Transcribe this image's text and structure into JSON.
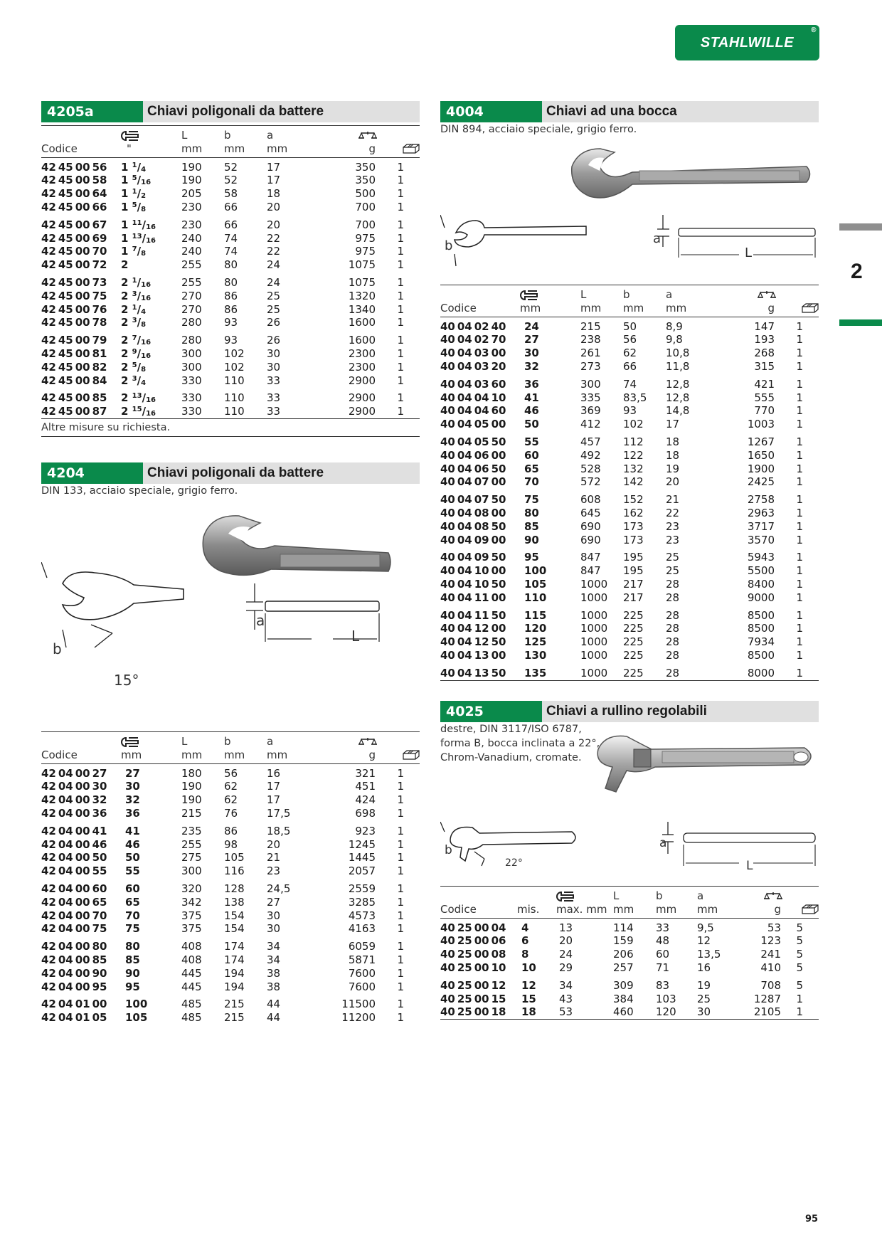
{
  "brand": "STAHLWILLE",
  "side_tab": "2",
  "page_number": "95",
  "sections": {
    "s4205a": {
      "code": "4205a",
      "title": "Chiavi poligonali da battere",
      "headers": {
        "codice": "Codice",
        "size_unit": "\"",
        "L": "L",
        "b": "b",
        "a": "a",
        "unit_mm": "mm",
        "unit_g": "g"
      },
      "note": "Altre misure su richiesta.",
      "groups": [
        [
          [
            "42450056",
            "1",
            "1/4",
            "190",
            "52",
            "17",
            "350",
            "1"
          ],
          [
            "42450058",
            "1",
            "5/16",
            "190",
            "52",
            "17",
            "350",
            "1"
          ],
          [
            "42450064",
            "1",
            "1/2",
            "205",
            "58",
            "18",
            "500",
            "1"
          ],
          [
            "42450066",
            "1",
            "5/8",
            "230",
            "66",
            "20",
            "700",
            "1"
          ]
        ],
        [
          [
            "42450067",
            "1",
            "11/16",
            "230",
            "66",
            "20",
            "700",
            "1"
          ],
          [
            "42450069",
            "1",
            "13/16",
            "240",
            "74",
            "22",
            "975",
            "1"
          ],
          [
            "42450070",
            "1",
            "7/8",
            "240",
            "74",
            "22",
            "975",
            "1"
          ],
          [
            "42450072",
            "2",
            "",
            "255",
            "80",
            "24",
            "1075",
            "1"
          ]
        ],
        [
          [
            "42450073",
            "2",
            "1/16",
            "255",
            "80",
            "24",
            "1075",
            "1"
          ],
          [
            "42450075",
            "2",
            "3/16",
            "270",
            "86",
            "25",
            "1320",
            "1"
          ],
          [
            "42450076",
            "2",
            "1/4",
            "270",
            "86",
            "25",
            "1340",
            "1"
          ],
          [
            "42450078",
            "2",
            "3/8",
            "280",
            "93",
            "26",
            "1600",
            "1"
          ]
        ],
        [
          [
            "42450079",
            "2",
            "7/16",
            "280",
            "93",
            "26",
            "1600",
            "1"
          ],
          [
            "42450081",
            "2",
            "9/16",
            "300",
            "102",
            "30",
            "2300",
            "1"
          ],
          [
            "42450082",
            "2",
            "5/8",
            "300",
            "102",
            "30",
            "2300",
            "1"
          ],
          [
            "42450084",
            "2",
            "3/4",
            "330",
            "110",
            "33",
            "2900",
            "1"
          ]
        ],
        [
          [
            "42450085",
            "2",
            "13/16",
            "330",
            "110",
            "33",
            "2900",
            "1"
          ],
          [
            "42450087",
            "2",
            "15/16",
            "330",
            "110",
            "33",
            "2900",
            "1"
          ]
        ]
      ]
    },
    "s4204": {
      "code": "4204",
      "title": "Chiavi poligonali da battere",
      "desc": "DIN 133, acciaio speciale, grigio ferro.",
      "diagram": {
        "b": "b",
        "a": "a",
        "L": "L",
        "angle": "15°"
      },
      "headers": {
        "codice": "Codice",
        "L": "L",
        "b": "b",
        "a": "a",
        "unit_mm": "mm",
        "unit_g": "g"
      },
      "groups": [
        [
          [
            "42040027",
            "27",
            "180",
            "56",
            "16",
            "321",
            "1"
          ],
          [
            "42040030",
            "30",
            "190",
            "62",
            "17",
            "451",
            "1"
          ],
          [
            "42040032",
            "32",
            "190",
            "62",
            "17",
            "424",
            "1"
          ],
          [
            "42040036",
            "36",
            "215",
            "76",
            "17,5",
            "698",
            "1"
          ]
        ],
        [
          [
            "42040041",
            "41",
            "235",
            "86",
            "18,5",
            "923",
            "1"
          ],
          [
            "42040046",
            "46",
            "255",
            "98",
            "20",
            "1245",
            "1"
          ],
          [
            "42040050",
            "50",
            "275",
            "105",
            "21",
            "1445",
            "1"
          ],
          [
            "42040055",
            "55",
            "300",
            "116",
            "23",
            "2057",
            "1"
          ]
        ],
        [
          [
            "42040060",
            "60",
            "320",
            "128",
            "24,5",
            "2559",
            "1"
          ],
          [
            "42040065",
            "65",
            "342",
            "138",
            "27",
            "3285",
            "1"
          ],
          [
            "42040070",
            "70",
            "375",
            "154",
            "30",
            "4573",
            "1"
          ],
          [
            "42040075",
            "75",
            "375",
            "154",
            "30",
            "4163",
            "1"
          ]
        ],
        [
          [
            "42040080",
            "80",
            "408",
            "174",
            "34",
            "6059",
            "1"
          ],
          [
            "42040085",
            "85",
            "408",
            "174",
            "34",
            "5871",
            "1"
          ],
          [
            "42040090",
            "90",
            "445",
            "194",
            "38",
            "7600",
            "1"
          ],
          [
            "42040095",
            "95",
            "445",
            "194",
            "38",
            "7600",
            "1"
          ]
        ],
        [
          [
            "42040100",
            "100",
            "485",
            "215",
            "44",
            "11500",
            "1"
          ],
          [
            "42040105",
            "105",
            "485",
            "215",
            "44",
            "11200",
            "1"
          ]
        ]
      ]
    },
    "s4004": {
      "code": "4004",
      "title": "Chiavi ad una bocca",
      "desc": "DIN 894, acciaio speciale, grigio ferro.",
      "diagram": {
        "b": "b",
        "a": "a",
        "L": "L"
      },
      "headers": {
        "codice": "Codice",
        "L": "L",
        "b": "b",
        "a": "a",
        "unit_mm": "mm",
        "unit_g": "g"
      },
      "groups": [
        [
          [
            "40040240",
            "24",
            "215",
            "50",
            "8,9",
            "147",
            "1"
          ],
          [
            "40040270",
            "27",
            "238",
            "56",
            "9,8",
            "193",
            "1"
          ],
          [
            "40040300",
            "30",
            "261",
            "62",
            "10,8",
            "268",
            "1"
          ],
          [
            "40040320",
            "32",
            "273",
            "66",
            "11,8",
            "315",
            "1"
          ]
        ],
        [
          [
            "40040360",
            "36",
            "300",
            "74",
            "12,8",
            "421",
            "1"
          ],
          [
            "40040410",
            "41",
            "335",
            "83,5",
            "12,8",
            "555",
            "1"
          ],
          [
            "40040460",
            "46",
            "369",
            "93",
            "14,8",
            "770",
            "1"
          ],
          [
            "40040500",
            "50",
            "412",
            "102",
            "17",
            "1003",
            "1"
          ]
        ],
        [
          [
            "40040550",
            "55",
            "457",
            "112",
            "18",
            "1267",
            "1"
          ],
          [
            "40040600",
            "60",
            "492",
            "122",
            "18",
            "1650",
            "1"
          ],
          [
            "40040650",
            "65",
            "528",
            "132",
            "19",
            "1900",
            "1"
          ],
          [
            "40040700",
            "70",
            "572",
            "142",
            "20",
            "2425",
            "1"
          ]
        ],
        [
          [
            "40040750",
            "75",
            "608",
            "152",
            "21",
            "2758",
            "1"
          ],
          [
            "40040800",
            "80",
            "645",
            "162",
            "22",
            "2963",
            "1"
          ],
          [
            "40040850",
            "85",
            "690",
            "173",
            "23",
            "3717",
            "1"
          ],
          [
            "40040900",
            "90",
            "690",
            "173",
            "23",
            "3570",
            "1"
          ]
        ],
        [
          [
            "40040950",
            "95",
            "847",
            "195",
            "25",
            "5943",
            "1"
          ],
          [
            "40041000",
            "100",
            "847",
            "195",
            "25",
            "5500",
            "1"
          ],
          [
            "40041050",
            "105",
            "1000",
            "217",
            "28",
            "8400",
            "1"
          ],
          [
            "40041100",
            "110",
            "1000",
            "217",
            "28",
            "9000",
            "1"
          ]
        ],
        [
          [
            "40041150",
            "115",
            "1000",
            "225",
            "28",
            "8500",
            "1"
          ],
          [
            "40041200",
            "120",
            "1000",
            "225",
            "28",
            "8500",
            "1"
          ],
          [
            "40041250",
            "125",
            "1000",
            "225",
            "28",
            "7934",
            "1"
          ],
          [
            "40041300",
            "130",
            "1000",
            "225",
            "28",
            "8500",
            "1"
          ]
        ],
        [
          [
            "40041350",
            "135",
            "1000",
            "225",
            "28",
            "8000",
            "1"
          ]
        ]
      ]
    },
    "s4025": {
      "code": "4025",
      "title": "Chiavi a rullino regolabili",
      "desc_lines": [
        "destre, DIN 3117/ISO 6787,",
        "forma B, bocca inclinata a 22°,",
        "Chrom-Vanadium, cromate."
      ],
      "diagram": {
        "b": "b",
        "a": "a",
        "L": "L",
        "angle": "22°"
      },
      "headers": {
        "codice": "Codice",
        "mis": "mis.",
        "maxmm": "max. mm",
        "L": "L",
        "b": "b",
        "a": "a",
        "unit_mm": "mm",
        "unit_g": "g"
      },
      "groups": [
        [
          [
            "40250004",
            "4",
            "13",
            "114",
            "33",
            "9,5",
            "53",
            "5"
          ],
          [
            "40250006",
            "6",
            "20",
            "159",
            "48",
            "12",
            "123",
            "5"
          ],
          [
            "40250008",
            "8",
            "24",
            "206",
            "60",
            "13,5",
            "241",
            "5"
          ],
          [
            "40250010",
            "10",
            "29",
            "257",
            "71",
            "16",
            "410",
            "5"
          ]
        ],
        [
          [
            "40250012",
            "12",
            "34",
            "309",
            "83",
            "19",
            "708",
            "5"
          ],
          [
            "40250015",
            "15",
            "43",
            "384",
            "103",
            "25",
            "1287",
            "1"
          ],
          [
            "40250018",
            "18",
            "53",
            "460",
            "120",
            "30",
            "2105",
            "1"
          ]
        ]
      ]
    }
  }
}
